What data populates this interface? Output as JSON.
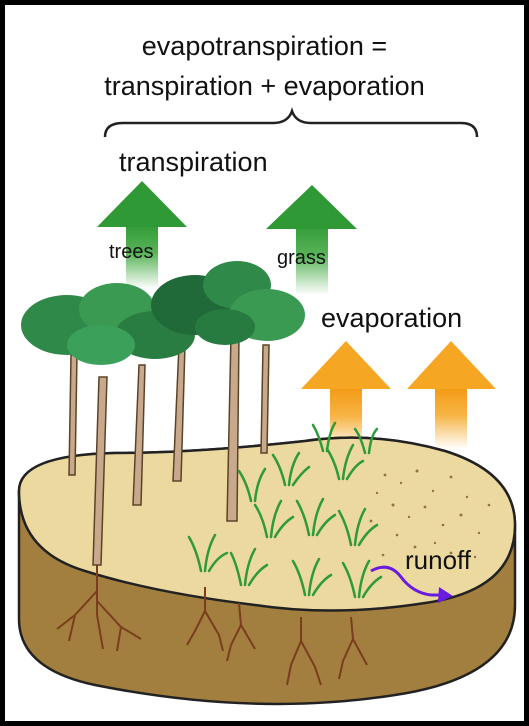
{
  "equation": {
    "line1": "evapotranspiration =",
    "line2": "transpiration + evaporation"
  },
  "labels": {
    "transpiration": "transpiration",
    "trees": "trees",
    "grass": "grass",
    "evaporation": "evaporation",
    "runoff": "runoff"
  },
  "colors": {
    "transpiration_arrow": "#3aa63a",
    "evaporation_arrow": "#f5a623",
    "soil_top": "#ecd9a0",
    "soil_side": "#a27f3e",
    "runoff_arrow": "#6a1be0",
    "tree_foliage": "#2f8a4a",
    "grass": "#3fae4a"
  }
}
